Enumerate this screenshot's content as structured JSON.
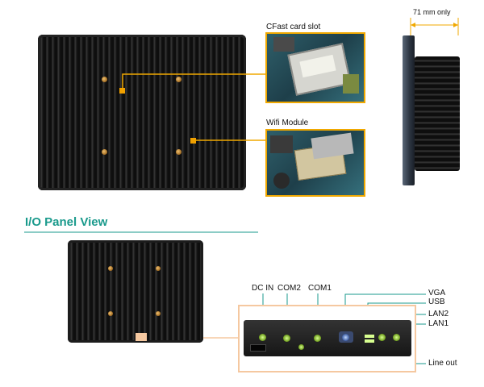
{
  "labels": {
    "cfast": "CFast card slot",
    "wifi": "Wifi Module",
    "side_width": "71  mm only",
    "section_title": "I/O Panel View"
  },
  "io_labels": {
    "dc_in": "DC IN",
    "com2": "COM2",
    "com1": "COM1",
    "vga": "VGA",
    "usb": "USB",
    "lan2": "LAN2",
    "lan1": "LAN1",
    "line_out": "Line out"
  },
  "colors": {
    "accent": "#f0a800",
    "title": "#1a9a8c",
    "line": "#1a9a8c",
    "io_border": "#f5c8a0"
  }
}
